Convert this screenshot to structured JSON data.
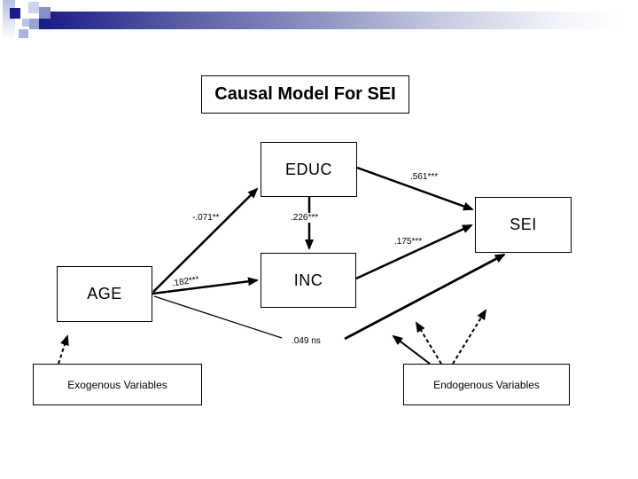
{
  "title": "Causal Model For SEI",
  "nodes": {
    "educ": "EDUC",
    "sei": "SEI",
    "age": "AGE",
    "inc": "INC"
  },
  "paths": {
    "educ_to_sei": ".561***",
    "age_to_educ": "-.071**",
    "educ_to_inc": ".226***",
    "inc_to_sei": ".175***",
    "age_to_inc": ".182***",
    "age_to_sei": ".049 ns"
  },
  "legend": {
    "exogenous": "Exogenous Variables",
    "endogenous": "Endogenous Variables"
  },
  "colors": {
    "accent_navy": "#1a1a8c",
    "accent_periwinkle": "#8590ca",
    "line": "#000000"
  }
}
